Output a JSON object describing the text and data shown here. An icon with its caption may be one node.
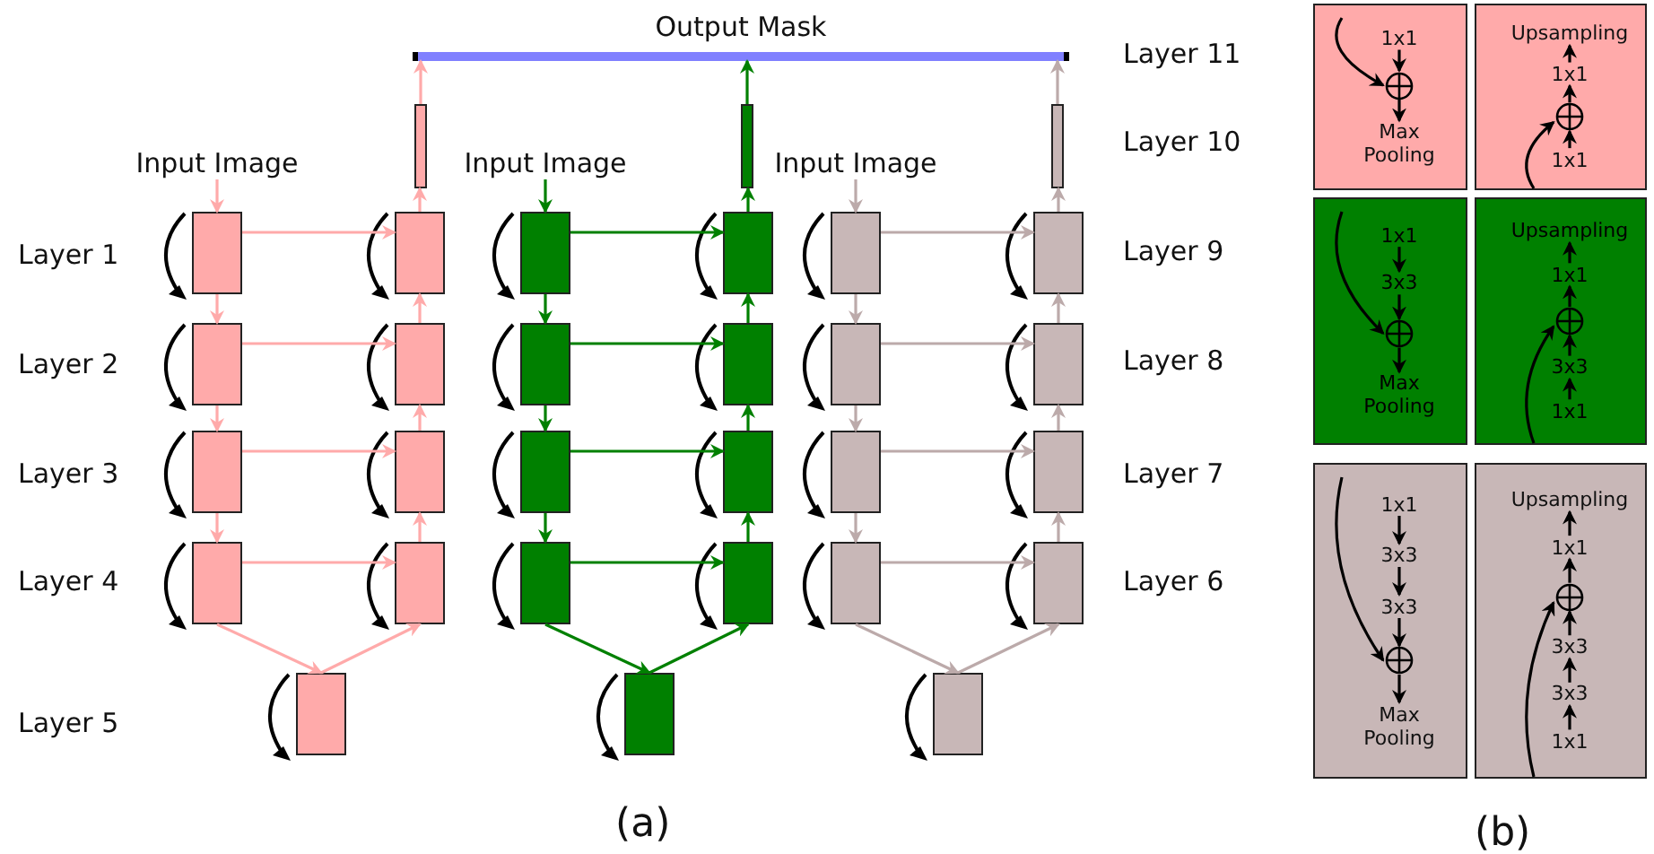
{
  "diagram": {
    "nodes": [
      {
        "text": [
          "Output Mask"
        ]
      },
      {
        "text": [
          "Input Image"
        ]
      },
      {
        "text": [],
        "shape": "box"
      },
      {
        "text": [],
        "shape": "box"
      },
      {
        "text": [],
        "shape": "box"
      },
      {
        "text": [],
        "shape": "box"
      },
      {
        "text": [],
        "shape": "box"
      },
      {
        "text": [],
        "shape": "box"
      },
      {
        "text": [],
        "shape": "box"
      },
      {
        "text": [],
        "shape": "box"
      },
      {
        "text": [],
        "shape": "box"
      },
      {
        "text": [],
        "shape": "bar"
      },
      {
        "text": [
          "Input Image"
        ]
      },
      {
        "text": [],
        "shape": "box"
      },
      {
        "text": [],
        "shape": "box"
      },
      {
        "text": [],
        "shape": "box"
      },
      {
        "text": [],
        "shape": "box"
      },
      {
        "text": [],
        "shape": "box"
      },
      {
        "text": [],
        "shape": "box"
      },
      {
        "text": [],
        "shape": "box"
      },
      {
        "text": [],
        "shape": "box"
      },
      {
        "text": [],
        "shape": "box"
      },
      {
        "text": [],
        "shape": "bar"
      },
      {
        "text": [
          "Input Image"
        ]
      },
      {
        "text": [],
        "shape": "box"
      },
      {
        "text": [],
        "shape": "box"
      },
      {
        "text": [],
        "shape": "box"
      },
      {
        "text": [],
        "shape": "box"
      },
      {
        "text": [],
        "shape": "box"
      },
      {
        "text": [],
        "shape": "box"
      },
      {
        "text": [],
        "shape": "box"
      },
      {
        "text": [],
        "shape": "box"
      },
      {
        "text": [],
        "shape": "box"
      },
      {
        "text": [],
        "shape": "bar"
      },
      {
        "text": [],
        "shape": "box"
      },
      {
        "text": [
          "1x1"
        ],
        "in": 34
      },
      {
        "text": [],
        "shape": "circle",
        "in": 34
      },
      {
        "text": [
          "Max Pooling"
        ],
        "in": 34
      },
      {
        "text": [],
        "shape": "box"
      },
      {
        "text": [
          "Upsampling"
        ],
        "in": 38
      },
      {
        "text": [
          "1x1"
        ],
        "in": 38
      },
      {
        "text": [],
        "shape": "circle",
        "in": 38
      },
      {
        "text": [
          "1x1"
        ],
        "in": 38
      },
      {
        "text": [],
        "shape": "box"
      },
      {
        "text": [
          "1x1"
        ],
        "in": 43
      },
      {
        "text": [
          "3x3"
        ],
        "in": 43
      },
      {
        "text": [],
        "shape": "circle",
        "in": 43
      },
      {
        "text": [
          "Max Pooling"
        ],
        "in": 43
      },
      {
        "text": [],
        "shape": "box"
      },
      {
        "text": [
          "Upsampling"
        ],
        "in": 48
      },
      {
        "text": [
          "1x1"
        ],
        "in": 48
      },
      {
        "text": [],
        "shape": "circle",
        "in": 48
      },
      {
        "text": [
          "3x3"
        ],
        "in": 48
      },
      {
        "text": [
          "1x1"
        ],
        "in": 48
      },
      {
        "text": [],
        "shape": "box"
      },
      {
        "text": [
          "1x1"
        ],
        "in": 54
      },
      {
        "text": [
          "3x3"
        ],
        "in": 54
      },
      {
        "text": [
          "3x3"
        ],
        "in": 54
      },
      {
        "text": [],
        "shape": "circle",
        "in": 54
      },
      {
        "text": [
          "Max Pooling"
        ],
        "in": 54
      },
      {
        "text": [],
        "shape": "box"
      },
      {
        "text": [
          "Upsampling"
        ],
        "in": 60
      },
      {
        "text": [
          "1x1"
        ],
        "in": 60
      },
      {
        "text": [],
        "shape": "circle",
        "in": 60
      },
      {
        "text": [
          "3x3"
        ],
        "in": 60
      },
      {
        "text": [
          "3x3"
        ],
        "in": 60
      },
      {
        "text": [
          "1x1"
        ],
        "in": 60
      }
    ],
    "edges": [
      {
        "from": 1,
        "to": 2,
        "arrow": "to",
        "color": "#ffaaaa"
      },
      {
        "from": 2,
        "to": 3,
        "arrow": "to",
        "color": "#ffaaaa"
      },
      {
        "from": 3,
        "to": 4,
        "arrow": "to",
        "color": "#ffaaaa"
      },
      {
        "from": 4,
        "to": 5,
        "arrow": "to",
        "color": "#ffaaaa"
      },
      {
        "from": 5,
        "to": 6,
        "arrow": "to",
        "color": "#ffaaaa"
      },
      {
        "from": 6,
        "to": 10,
        "arrow": "to",
        "color": "#ffaaaa"
      },
      {
        "from": 10,
        "to": 9,
        "arrow": "to",
        "color": "#ffaaaa"
      },
      {
        "from": 9,
        "to": 8,
        "arrow": "to",
        "color": "#ffaaaa"
      },
      {
        "from": 8,
        "to": 7,
        "arrow": "to",
        "color": "#ffaaaa"
      },
      {
        "from": 7,
        "to": 11,
        "arrow": "to",
        "color": "#ffaaaa"
      },
      {
        "from": 11,
        "to": 0,
        "arrow": "to",
        "color": "#ffaaaa"
      },
      {
        "from": 2,
        "to": 7,
        "arrow": "to",
        "color": "#ffaaaa"
      },
      {
        "from": 3,
        "to": 8,
        "arrow": "to",
        "color": "#ffaaaa"
      },
      {
        "from": 4,
        "to": 9,
        "arrow": "to",
        "color": "#ffaaaa"
      },
      {
        "from": 5,
        "to": 10,
        "arrow": "to",
        "color": "#ffaaaa"
      },
      {
        "from": 12,
        "to": 13,
        "arrow": "to",
        "color": "#008000"
      },
      {
        "from": 13,
        "to": 14,
        "arrow": "to",
        "color": "#008000"
      },
      {
        "from": 14,
        "to": 15,
        "arrow": "to",
        "color": "#008000"
      },
      {
        "from": 15,
        "to": 16,
        "arrow": "to",
        "color": "#008000"
      },
      {
        "from": 16,
        "to": 17,
        "arrow": "to",
        "color": "#008000"
      },
      {
        "from": 17,
        "to": 21,
        "arrow": "to",
        "color": "#008000"
      },
      {
        "from": 21,
        "to": 20,
        "arrow": "to",
        "color": "#008000"
      },
      {
        "from": 20,
        "to": 19,
        "arrow": "to",
        "color": "#008000"
      },
      {
        "from": 19,
        "to": 18,
        "arrow": "to",
        "color": "#008000"
      },
      {
        "from": 18,
        "to": 22,
        "arrow": "to",
        "color": "#008000"
      },
      {
        "from": 22,
        "to": 0,
        "arrow": "to",
        "color": "#008000"
      },
      {
        "from": 13,
        "to": 18,
        "arrow": "to",
        "color": "#008000"
      },
      {
        "from": 14,
        "to": 19,
        "arrow": "to",
        "color": "#008000"
      },
      {
        "from": 15,
        "to": 20,
        "arrow": "to",
        "color": "#008000"
      },
      {
        "from": 16,
        "to": 21,
        "arrow": "to",
        "color": "#008000"
      },
      {
        "from": 23,
        "to": 24,
        "arrow": "to",
        "color": "#bcaaaa"
      },
      {
        "from": 24,
        "to": 25,
        "arrow": "to",
        "color": "#bcaaaa"
      },
      {
        "from": 25,
        "to": 26,
        "arrow": "to",
        "color": "#bcaaaa"
      },
      {
        "from": 26,
        "to": 27,
        "arrow": "to",
        "color": "#bcaaaa"
      },
      {
        "from": 27,
        "to": 28,
        "arrow": "to",
        "color": "#bcaaaa"
      },
      {
        "from": 28,
        "to": 32,
        "arrow": "to",
        "color": "#bcaaaa"
      },
      {
        "from": 32,
        "to": 31,
        "arrow": "to",
        "color": "#bcaaaa"
      },
      {
        "from": 31,
        "to": 30,
        "arrow": "to",
        "color": "#bcaaaa"
      },
      {
        "from": 30,
        "to": 29,
        "arrow": "to",
        "color": "#bcaaaa"
      },
      {
        "from": 29,
        "to": 33,
        "arrow": "to",
        "color": "#bcaaaa"
      },
      {
        "from": 33,
        "to": 0,
        "arrow": "to",
        "color": "#bcaaaa"
      },
      {
        "from": 24,
        "to": 29,
        "arrow": "to",
        "color": "#bcaaaa"
      },
      {
        "from": 25,
        "to": 30,
        "arrow": "to",
        "color": "#bcaaaa"
      },
      {
        "from": 26,
        "to": 31,
        "arrow": "to",
        "color": "#bcaaaa"
      },
      {
        "from": 27,
        "to": 32,
        "arrow": "to",
        "color": "#bcaaaa"
      },
      {
        "from": 35,
        "to": 36,
        "arrow": "to"
      },
      {
        "from": 36,
        "to": 37,
        "arrow": "to"
      },
      {
        "from": null,
        "to": 36,
        "arrow": "to"
      },
      {
        "from": 42,
        "to": 41,
        "arrow": "to"
      },
      {
        "from": 41,
        "to": 40,
        "arrow": "to"
      },
      {
        "from": 40,
        "to": 39,
        "arrow": "to"
      },
      {
        "from": null,
        "to": 41,
        "arrow": "to"
      },
      {
        "from": 44,
        "to": 45,
        "arrow": "to"
      },
      {
        "from": 45,
        "to": 46,
        "arrow": "to"
      },
      {
        "from": 46,
        "to": 47,
        "arrow": "to"
      },
      {
        "from": null,
        "to": 46,
        "arrow": "to"
      },
      {
        "from": 53,
        "to": 52,
        "arrow": "to"
      },
      {
        "from": 52,
        "to": 51,
        "arrow": "to"
      },
      {
        "from": 51,
        "to": 50,
        "arrow": "to"
      },
      {
        "from": 50,
        "to": 49,
        "arrow": "to"
      },
      {
        "from": null,
        "to": 51,
        "arrow": "to"
      },
      {
        "from": 55,
        "to": 56,
        "arrow": "to"
      },
      {
        "from": 56,
        "to": 57,
        "arrow": "to"
      },
      {
        "from": 57,
        "to": 58,
        "arrow": "to"
      },
      {
        "from": 58,
        "to": 59,
        "arrow": "to"
      },
      {
        "from": null,
        "to": 58,
        "arrow": "to"
      },
      {
        "from": 66,
        "to": 65,
        "arrow": "to"
      },
      {
        "from": 65,
        "to": 64,
        "arrow": "to"
      },
      {
        "from": 64,
        "to": 63,
        "arrow": "to"
      },
      {
        "from": 63,
        "to": 62,
        "arrow": "to"
      },
      {
        "from": 62,
        "to": 61,
        "arrow": "to"
      },
      {
        "from": null,
        "to": 63,
        "arrow": "to"
      }
    ],
    "labels": [
      "Layer 11",
      "Layer 10",
      "Layer 1",
      "Layer 9",
      "Layer 2",
      "Layer 8",
      "Layer 3",
      "Layer 7",
      "Layer 4",
      "Layer 6",
      "Layer 5",
      "(a)",
      "(b)"
    ]
  }
}
